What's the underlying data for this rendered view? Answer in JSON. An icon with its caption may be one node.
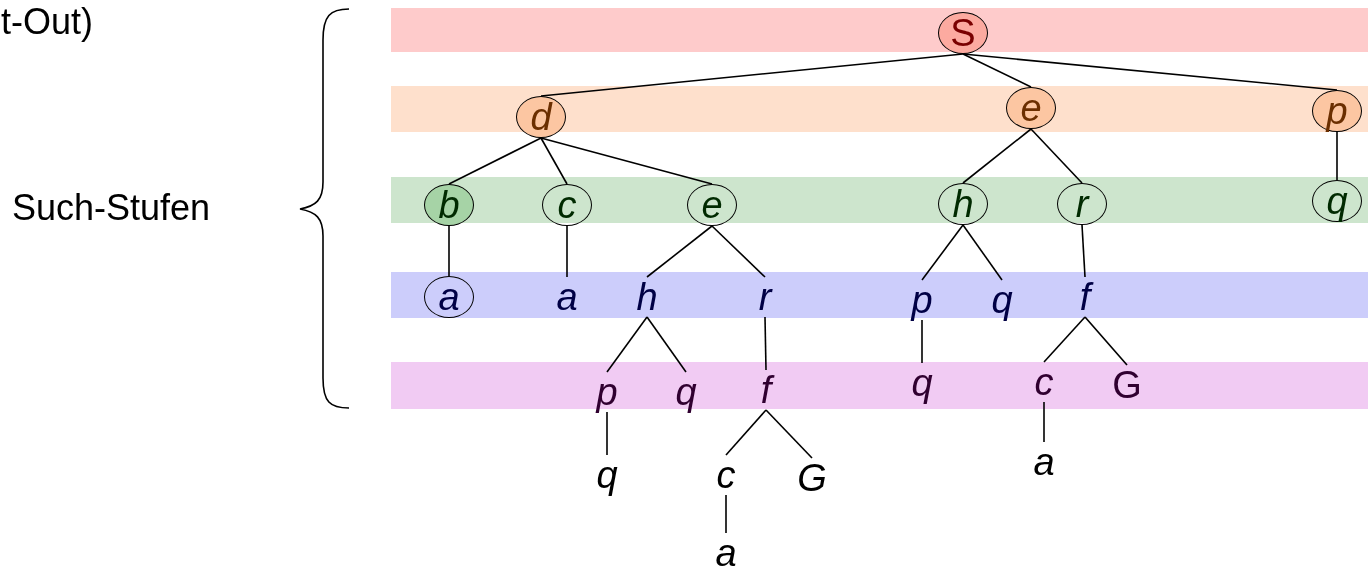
{
  "diagram": {
    "nodes": [
      {
        "text": [],
        "shape": "band"
      },
      {
        "text": [],
        "shape": "band"
      },
      {
        "text": [],
        "shape": "band"
      },
      {
        "text": [],
        "shape": "band"
      },
      {
        "text": [],
        "shape": "band"
      },
      {
        "text": [
          "S"
        ],
        "in": 0
      },
      {
        "text": [
          "d"
        ],
        "in": 1
      },
      {
        "text": [
          "e"
        ],
        "in": 1
      },
      {
        "text": [
          "p"
        ],
        "in": 1
      },
      {
        "text": [
          "b"
        ],
        "in": 2
      },
      {
        "text": [
          "c"
        ],
        "in": 2
      },
      {
        "text": [
          "e"
        ],
        "in": 2
      },
      {
        "text": [
          "h"
        ],
        "in": 2
      },
      {
        "text": [
          "r"
        ],
        "in": 2
      },
      {
        "text": [
          "q"
        ],
        "in": 2
      },
      {
        "text": [
          "a"
        ],
        "in": 3
      },
      {
        "text": [
          "a"
        ],
        "in": 3
      },
      {
        "text": [
          "h"
        ],
        "in": 3
      },
      {
        "text": [
          "r"
        ],
        "in": 3
      },
      {
        "text": [
          "p"
        ],
        "in": 3
      },
      {
        "text": [
          "q"
        ],
        "in": 3
      },
      {
        "text": [
          "f"
        ],
        "in": 3
      },
      {
        "text": [
          "p"
        ],
        "in": 4
      },
      {
        "text": [
          "q"
        ],
        "in": 4
      },
      {
        "text": [
          "f"
        ],
        "in": 4
      },
      {
        "text": [
          "q"
        ],
        "in": 4
      },
      {
        "text": [
          "c"
        ],
        "in": 4
      },
      {
        "text": [
          "G"
        ],
        "in": 4
      },
      {
        "text": [
          "q"
        ]
      },
      {
        "text": [
          "c"
        ]
      },
      {
        "text": [
          "G"
        ]
      },
      {
        "text": [
          "a"
        ]
      },
      {
        "text": [
          "a"
        ]
      }
    ],
    "edges": [
      {
        "from": 5,
        "to": 6,
        "arrow": "none"
      },
      {
        "from": 5,
        "to": 7,
        "arrow": "none"
      },
      {
        "from": 5,
        "to": 8,
        "arrow": "none"
      },
      {
        "from": 6,
        "to": 9,
        "arrow": "none"
      },
      {
        "from": 6,
        "to": 10,
        "arrow": "none"
      },
      {
        "from": 6,
        "to": 11,
        "arrow": "none"
      },
      {
        "from": 7,
        "to": 12,
        "arrow": "none"
      },
      {
        "from": 7,
        "to": 13,
        "arrow": "none"
      },
      {
        "from": 8,
        "to": 14,
        "arrow": "none"
      },
      {
        "from": 9,
        "to": 15,
        "arrow": "none"
      },
      {
        "from": 10,
        "to": 16,
        "arrow": "none"
      },
      {
        "from": 11,
        "to": 17,
        "arrow": "none"
      },
      {
        "from": 11,
        "to": 18,
        "arrow": "none"
      },
      {
        "from": 12,
        "to": 19,
        "arrow": "none"
      },
      {
        "from": 12,
        "to": 20,
        "arrow": "none"
      },
      {
        "from": 13,
        "to": 21,
        "arrow": "none"
      },
      {
        "from": 17,
        "to": 22,
        "arrow": "none"
      },
      {
        "from": 17,
        "to": 23,
        "arrow": "none"
      },
      {
        "from": 18,
        "to": 24,
        "arrow": "none"
      },
      {
        "from": 19,
        "to": 25,
        "arrow": "none"
      },
      {
        "from": 21,
        "to": 26,
        "arrow": "none"
      },
      {
        "from": 21,
        "to": 27,
        "arrow": "none"
      },
      {
        "from": 22,
        "to": 28,
        "arrow": "none"
      },
      {
        "from": 24,
        "to": 29,
        "arrow": "none"
      },
      {
        "from": 24,
        "to": 30,
        "arrow": "none"
      },
      {
        "from": 26,
        "to": 31,
        "arrow": "none"
      },
      {
        "from": 29,
        "to": 32,
        "arrow": "none"
      }
    ],
    "labels": [
      "t-Out)",
      "Such-Stufen"
    ]
  }
}
